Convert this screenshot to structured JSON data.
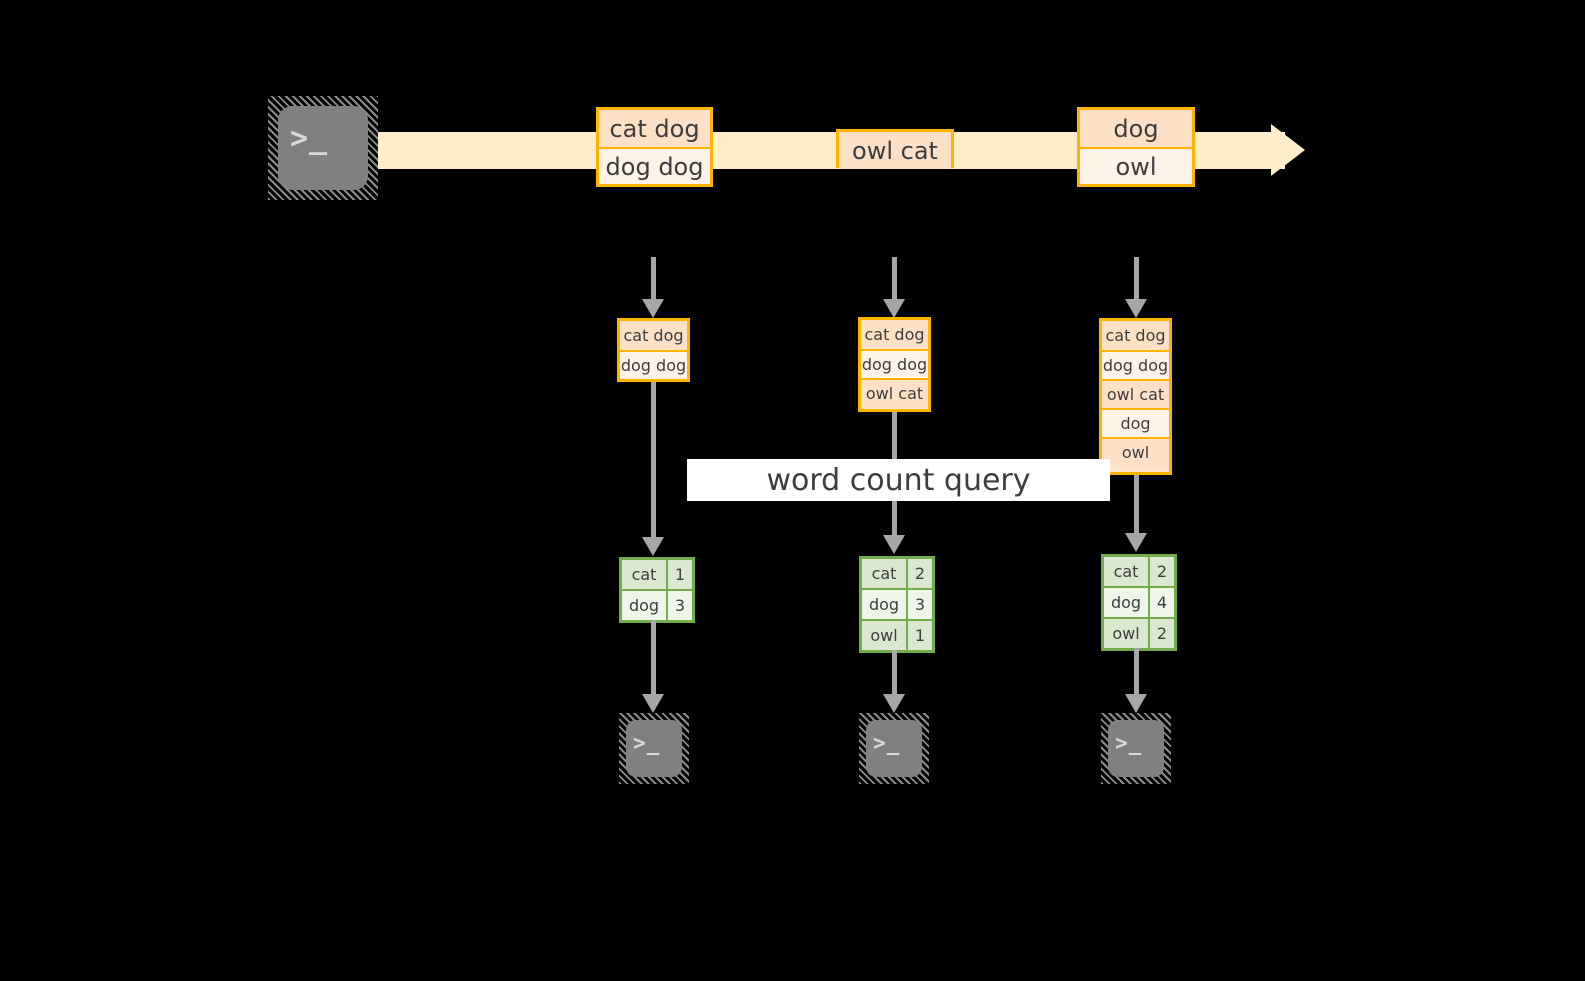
{
  "diagram": {
    "title": "word count query stream diagram",
    "colors": {
      "background": "#000000",
      "record_border": "#ffb400",
      "record_fill_dark": "#fde0c5",
      "record_fill_light": "#fdf3e8",
      "stream_arrow": "#fdeec9",
      "result_border": "#72ad4c",
      "result_fill_dark": "#dae8d0",
      "result_fill_light": "#eef5e9",
      "connector": "#a6a6a6",
      "terminal_body": "#808080",
      "label_background": "#ffffff",
      "text": "#3d3d3d"
    },
    "source": {
      "icon": "terminal-icon",
      "glyph": ">_"
    },
    "stream": {
      "groups": [
        {
          "id": "group-1",
          "records": [
            "cat dog",
            "dog dog"
          ]
        },
        {
          "id": "group-2",
          "records": [
            "owl cat"
          ]
        },
        {
          "id": "group-3",
          "records": [
            "dog",
            "owl"
          ]
        }
      ]
    },
    "query_label": "word count query",
    "snapshots": [
      {
        "id": "snapshot-1",
        "records": [
          "cat dog",
          "dog dog"
        ],
        "result": [
          {
            "word": "cat",
            "count": "1"
          },
          {
            "word": "dog",
            "count": "3"
          }
        ],
        "sink": {
          "icon": "terminal-icon",
          "glyph": ">_"
        }
      },
      {
        "id": "snapshot-2",
        "records": [
          "cat dog",
          "dog dog",
          "owl cat"
        ],
        "result": [
          {
            "word": "cat",
            "count": "2"
          },
          {
            "word": "dog",
            "count": "3"
          },
          {
            "word": "owl",
            "count": "1"
          }
        ],
        "sink": {
          "icon": "terminal-icon",
          "glyph": ">_"
        }
      },
      {
        "id": "snapshot-3",
        "records": [
          "cat dog",
          "dog dog",
          "owl cat",
          "dog",
          "owl"
        ],
        "result": [
          {
            "word": "cat",
            "count": "2"
          },
          {
            "word": "dog",
            "count": "4"
          },
          {
            "word": "owl",
            "count": "2"
          }
        ],
        "sink": {
          "icon": "terminal-icon",
          "glyph": ">_"
        }
      }
    ]
  }
}
